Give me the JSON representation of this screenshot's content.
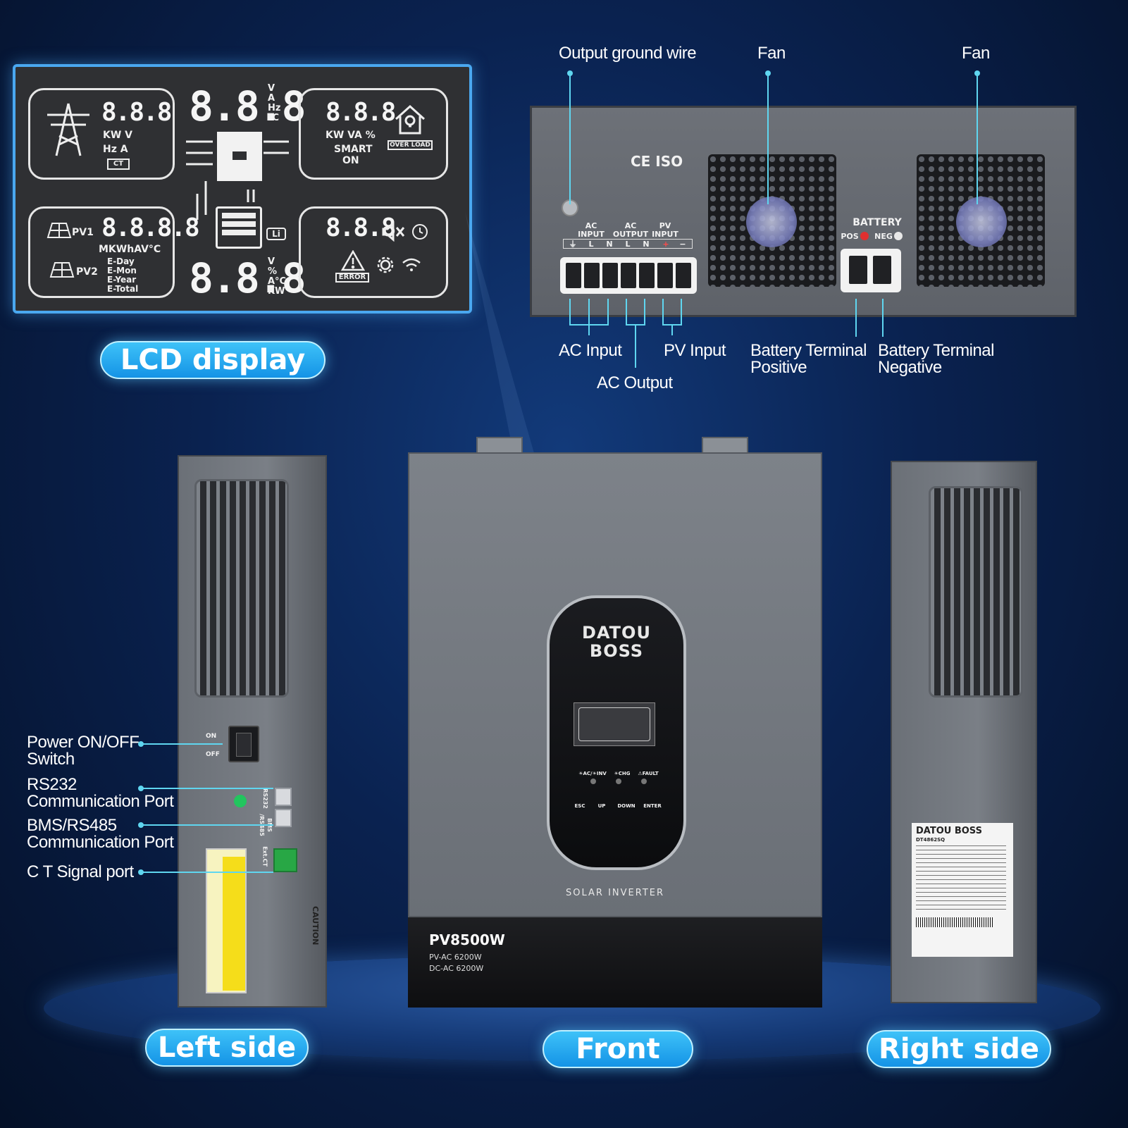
{
  "lcd_display": {
    "pill_label": "LCD display",
    "grid_quadrant": {
      "digits": "8.8.8",
      "units_1": "KW V",
      "units_2": "Hz A",
      "ct_box": "CT"
    },
    "center_top": {
      "digits": "8.8.8",
      "units": [
        "V",
        "A",
        "Hz",
        "°C"
      ]
    },
    "load_quadrant": {
      "digits": "8.8.8",
      "units": "KW VA %",
      "smart": "SMART",
      "on": "ON",
      "overload": "OVER LOAD"
    },
    "pv_quadrant": {
      "digits": "8.8.8.8",
      "pv1": "PV1",
      "pv2": "PV2",
      "units": "MKWhAV°C",
      "energy_labels": [
        "E-Day",
        "E-Mon",
        "E-Year",
        "E-Total"
      ]
    },
    "battery": {
      "li_badge": "Li",
      "digits": "8.8.8",
      "units": [
        "V",
        "%",
        "A°C",
        "KW"
      ]
    },
    "status_quadrant": {
      "digits": "8.8.8",
      "error": "ERROR"
    }
  },
  "bottom_view": {
    "callouts": {
      "output_ground_wire": "Output ground wire",
      "fan_left": "Fan",
      "fan_right": "Fan",
      "ac_input": "AC Input",
      "ac_output": "AC Output",
      "pv_input": "PV Input",
      "battery_positive_1": "Battery Terminal",
      "battery_positive_2": "Positive",
      "battery_negative_1": "Battery Terminal",
      "battery_negative_2": "Negative"
    },
    "panel_labels": {
      "ac_input_1": "AC",
      "ac_input_2": "INPUT",
      "ac_output_1": "AC",
      "ac_output_2": "OUTPUT",
      "pv_input_1": "PV",
      "pv_input_2": "INPUT",
      "battery": "BATTERY",
      "pos": "POS",
      "neg": "NEG",
      "terminal_marks": [
        "⏚",
        "L",
        "N",
        "L",
        "N",
        "+",
        "−"
      ],
      "certs": "CE ISO"
    }
  },
  "left_side": {
    "pill_label": "Left side",
    "callouts": {
      "power_1": "Power ON/OFF",
      "power_2": "Switch",
      "rs232_1": "RS232",
      "rs232_2": "Communication Port",
      "bms_1": "BMS/RS485",
      "bms_2": "Communication Port",
      "ct": "C T Signal port"
    },
    "switch_on": "ON",
    "switch_off": "OFF",
    "port_rs232": "RS232",
    "port_bms": "BMS /RS485",
    "ct_label": "Ext.CT",
    "caution": "CAUTION"
  },
  "front": {
    "pill_label": "Front",
    "brand_1": "DATOU",
    "brand_2": "BOSS",
    "indicators": [
      "☀AC/☀INV",
      "☀CHG",
      "⚠FAULT"
    ],
    "buttons": [
      "ESC",
      "UP",
      "DOWN",
      "ENTER"
    ],
    "subtitle": "SOLAR INVERTER",
    "model": "PV8500W",
    "spec_1": "PV-AC 6200W",
    "spec_2": "DC-AC 6200W"
  },
  "right_side": {
    "pill_label": "Right side",
    "sticker_brand": "DATOU BOSS",
    "sticker_model": "DT4862SQ"
  },
  "colors": {
    "accent": "#5fd6f0",
    "pill": "#1d9ff0",
    "lcd_border": "#4aa8f0"
  }
}
